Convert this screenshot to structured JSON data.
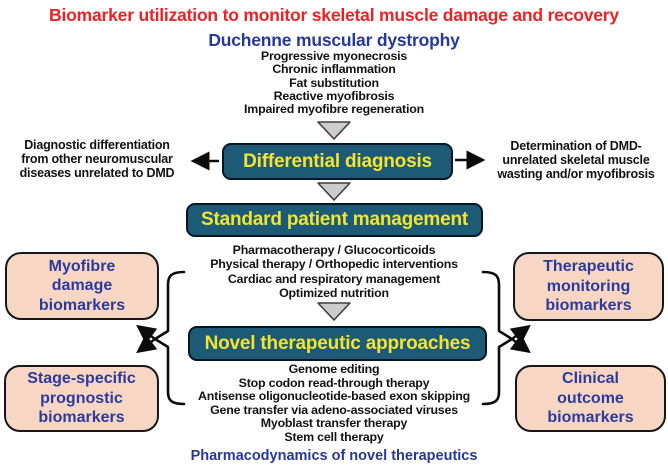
{
  "colors": {
    "title_red": "#ee2124",
    "heading_blue": "#27389b",
    "flow_box_fill_teal": "#1d5a75",
    "flow_box_text_yellow": "#f3e431",
    "biomarker_box_fill_pink": "#f8d6c4",
    "biomarker_box_text_blue": "#2a3b9c",
    "triangle_gray": "#cccccc",
    "body_text_black": "#121212"
  },
  "icons": {
    "flow_step": "down-triangle-icon",
    "left_pointer": "left-arrow-icon",
    "right_pointer": "right-arrow-icon",
    "branch_left": "left-brace-split-arrows-icon",
    "branch_right": "right-brace-split-arrows-icon"
  },
  "header": {
    "title": "Biomarker utilization to monitor skeletal muscle damage and recovery",
    "subtitle": "Duchenne muscular dystrophy"
  },
  "dmd_features": [
    "Progressive myonecrosis",
    "Chronic inflammation",
    "Fat substitution",
    "Reactive myofibrosis",
    "Impaired myofibre regeneration"
  ],
  "diagnosis": {
    "label": "Differential diagnosis",
    "left_note": [
      "Diagnostic differentiation",
      "from other neuromuscular",
      "diseases unrelated to DMD"
    ],
    "right_note": [
      "Determination of DMD-",
      "unrelated skeletal muscle",
      "wasting and/or myofibrosis"
    ]
  },
  "management": {
    "label": "Standard patient management",
    "items": [
      "Pharmacotherapy / Glucocorticoids",
      "Physical therapy / Orthopedic interventions",
      "Cardiac and respiratory management",
      "Optimized nutrition"
    ]
  },
  "novel": {
    "label": "Novel therapeutic approaches",
    "items": [
      "Genome editing",
      "Stop codon read-through therapy",
      "Antisense oligonucleotide-based exon skipping",
      "Gene transfer via adeno-associated viruses",
      "Myoblast transfer therapy",
      "Stem cell therapy"
    ]
  },
  "footer": "Pharmacodynamics of novel therapeutics",
  "biomarker_boxes": {
    "myofibre": [
      "Myofibre",
      "damage",
      "biomarkers"
    ],
    "stage": [
      "Stage-specific",
      "prognostic",
      "biomarkers"
    ],
    "therapeutic": [
      "Therapeutic",
      "monitoring",
      "biomarkers"
    ],
    "clinical": [
      "Clinical",
      "outcome",
      "biomarkers"
    ]
  }
}
